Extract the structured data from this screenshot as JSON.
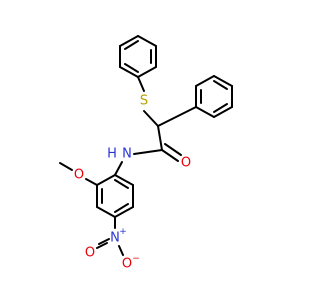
{
  "atoms": {
    "sulfur": "S",
    "carbonyl_oxygen": "O",
    "amide_nitrogen": "N",
    "amide_hydrogen": "H",
    "methoxy_oxygen": "O",
    "nitro_nitrogen": "N",
    "nitro_charge_pos": "+",
    "nitro_oxygen_left": "O",
    "nitro_charge_neg": "−",
    "nitro_oxygen_bottom": "O"
  },
  "colors": {
    "carbon_bond": "#000000",
    "oxygen": "#e8000b",
    "nitrogen": "#2a35d6",
    "sulfur": "#b8a000"
  }
}
